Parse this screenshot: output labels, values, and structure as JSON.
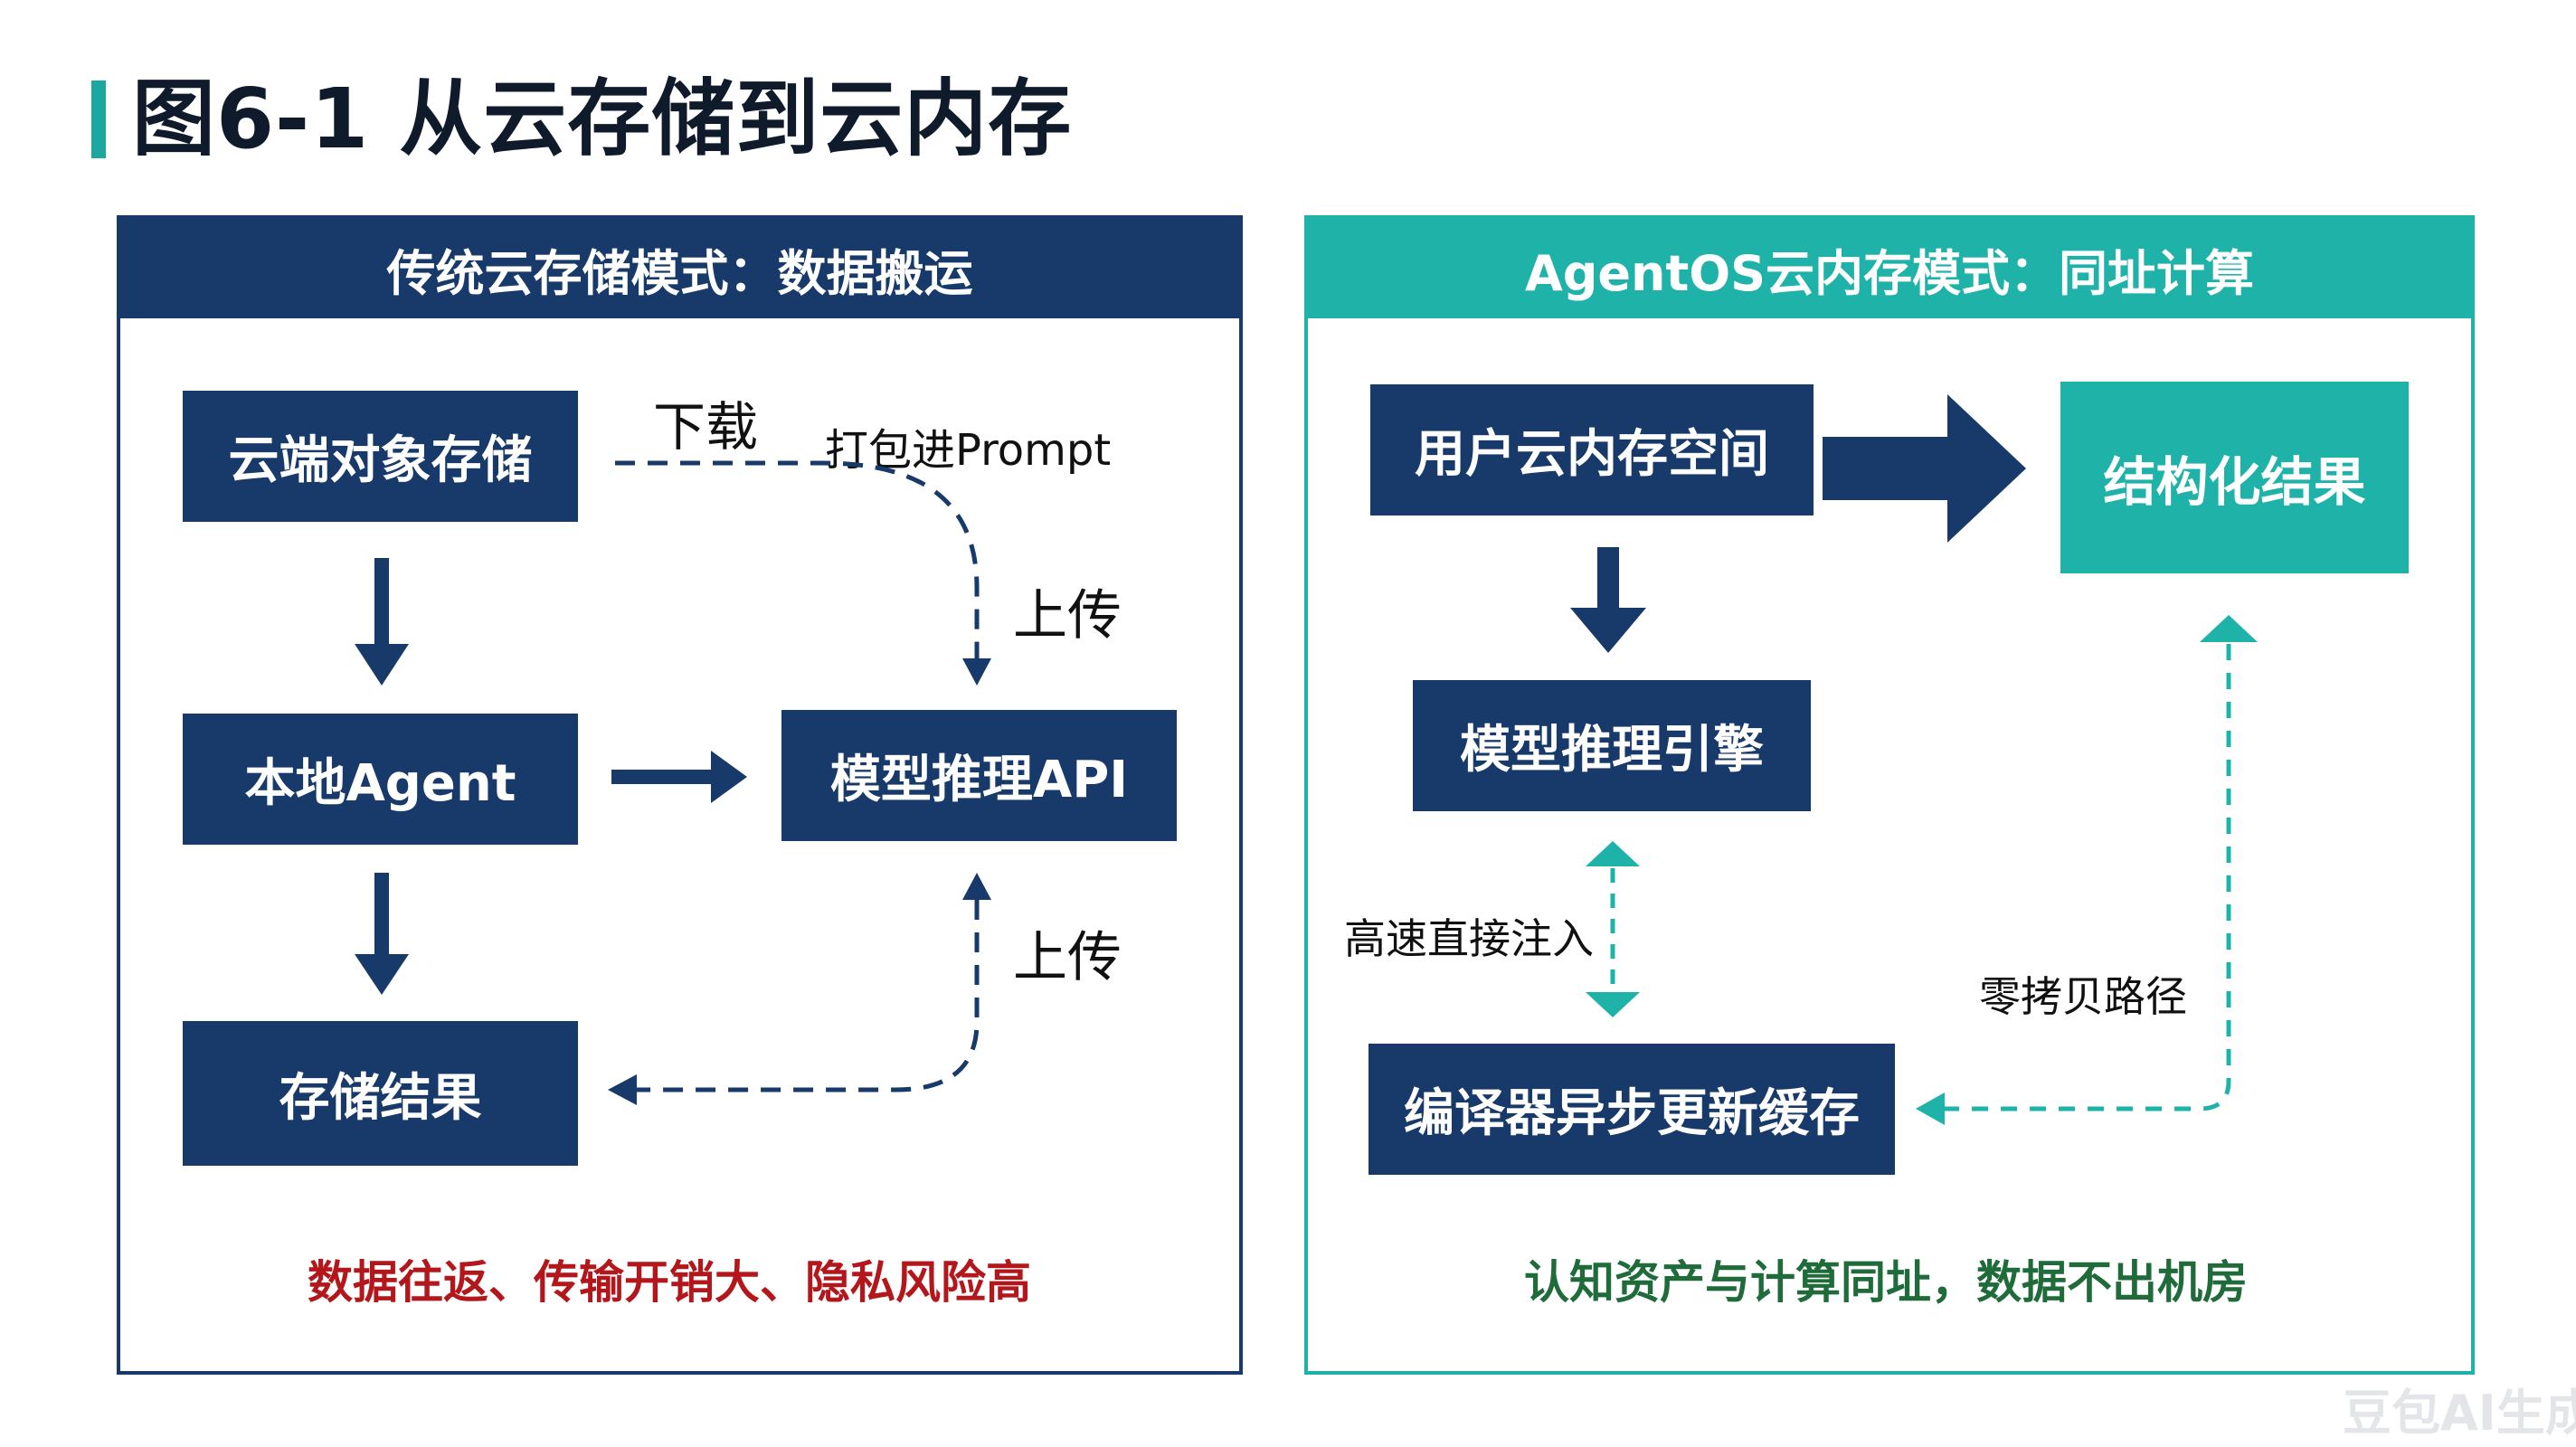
{
  "title": "图6-1  从云存储到云内存",
  "colors": {
    "navy": "#173a6a",
    "teal": "#1fb2a9",
    "warn_red": "#b3161b",
    "ok_green": "#1f6b3a"
  },
  "left_panel": {
    "header": "传统云存储模式：数据搬运",
    "nodes": {
      "cloud_storage": "云端对象存储",
      "local_agent": "本地Agent",
      "model_api": "模型推理API",
      "store_result": "存储结果"
    },
    "labels": {
      "download": "下载",
      "pack_prompt": "打包进Prompt",
      "upload_top": "上传",
      "upload_bottom": "上传"
    },
    "footer": "数据往返、传输开销大、隐私风险高"
  },
  "right_panel": {
    "header": "AgentOS云内存模式：同址计算",
    "nodes": {
      "user_memory": "用户云内存空间",
      "structured_result": "结构化结果",
      "inference_engine": "模型推理引擎",
      "compiler_cache": "编译器异步更新缓存"
    },
    "labels": {
      "fast_inject": "高速直接注入",
      "zero_copy": "零拷贝路径"
    },
    "footer": "认知资产与计算同址，数据不出机房"
  },
  "watermark": "豆包AI生成"
}
